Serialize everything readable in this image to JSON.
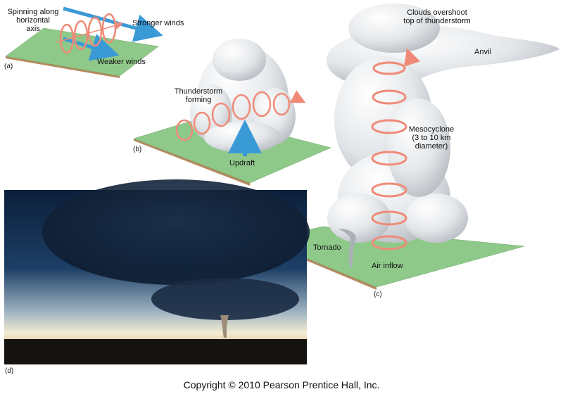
{
  "panel_a": {
    "tag": "(a)",
    "spin_label_l1": "Spinning along",
    "spin_label_l2": "horizontal",
    "spin_label_l3": "axis",
    "stronger": "Stronger winds",
    "weaker": "Weaker winds"
  },
  "panel_b": {
    "tag": "(b)",
    "forming_l1": "Thunderstorm",
    "forming_l2": "forming",
    "updraft": "Updraft"
  },
  "panel_c": {
    "tag": "(c)",
    "overshoot_l1": "Clouds overshoot",
    "overshoot_l2": "top of thunderstorm",
    "anvil": "Anvil",
    "meso_l1": "Mesocyclone",
    "meso_l2": "(3 to 10 km",
    "meso_l3": "diameter)",
    "tornado": "Tornado",
    "inflow": "Air inflow"
  },
  "panel_d": {
    "tag": "(d)"
  },
  "copyright": "Copyright © 2010 Pearson Prentice Hall, Inc.",
  "colors": {
    "ground": "#8fc98a",
    "ground_edge": "#b48a5e",
    "spiral": "#f08a78",
    "wind_arrow": "#3a9ad6",
    "sky_dark": "#0d2440"
  }
}
